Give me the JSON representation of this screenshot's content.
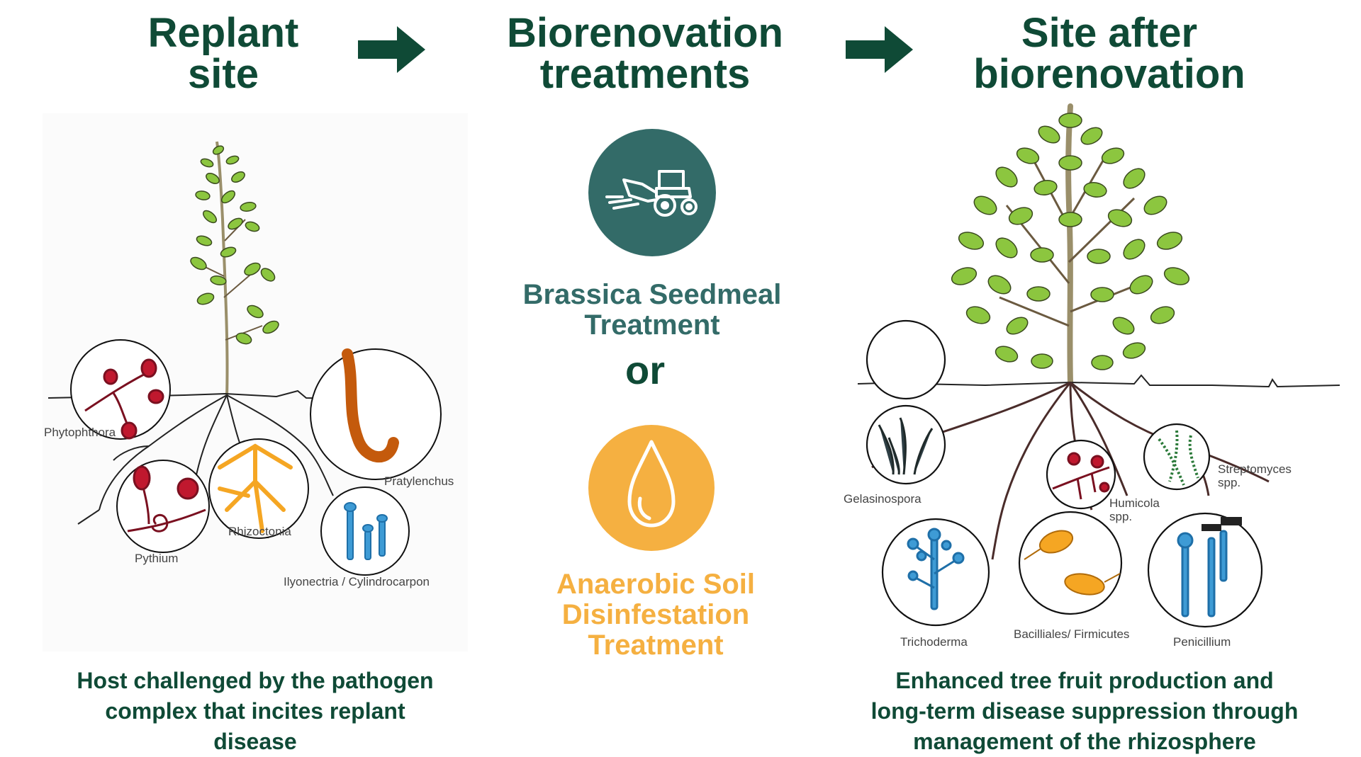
{
  "headings": {
    "left": [
      "Replant",
      "site"
    ],
    "middle": [
      "Biorenovation",
      "treatments"
    ],
    "right": [
      "Site after",
      "biorenovation"
    ]
  },
  "treatments": {
    "first": {
      "lines": [
        "Brassica Seedmeal",
        "Treatment"
      ],
      "icon": "tractor-icon",
      "color": "#336b68"
    },
    "connector": "or",
    "second": {
      "lines": [
        "Anaerobic Soil",
        "Disinfestation",
        "Treatment"
      ],
      "icon": "water-drop-icon",
      "color": "#f5b041"
    }
  },
  "left_panel": {
    "organisms": [
      "Phytophthora",
      "Pythium",
      "Rhizoctonia",
      "Pratylenchus",
      "Ilyonectria / Cylindrocarpon"
    ],
    "caption": [
      "Host challenged by the pathogen",
      "complex that incites replant",
      "disease"
    ]
  },
  "right_panel": {
    "organisms": [
      "Gelasinospora",
      "Humicola",
      "spp.",
      "Streptomyces",
      "spp.",
      "Trichoderma",
      "Bacilliales/ Firmicutes",
      "Penicillium"
    ],
    "caption": [
      "Enhanced tree fruit production and",
      "long-term disease suppression through",
      "management of the rhizosphere"
    ]
  },
  "colors": {
    "heading": "#0f4a36",
    "teal": "#336b68",
    "orange": "#f5b041",
    "leaf": "#8cc63f",
    "pathogen_red": "#c0182e",
    "fungus_blue": "#3e9bd5"
  }
}
